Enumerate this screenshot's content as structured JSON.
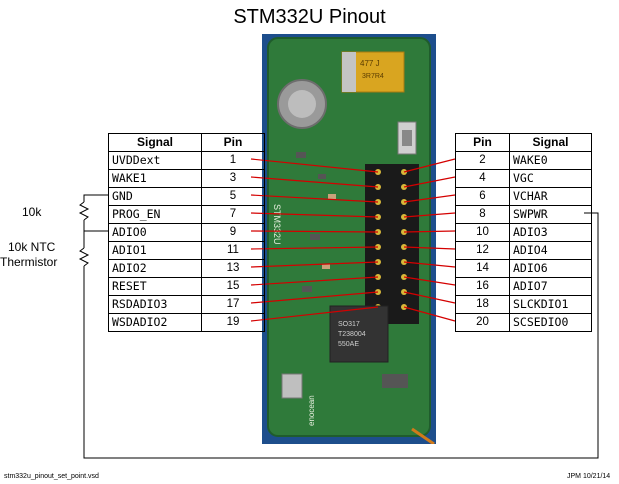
{
  "title": "STM332U Pinout",
  "header": {
    "signal": "Signal",
    "pin": "Pin"
  },
  "left_pins": [
    {
      "signal": "UVDDext",
      "pin": "1"
    },
    {
      "signal": "WAKE1",
      "pin": "3"
    },
    {
      "signal": "GND",
      "pin": "5"
    },
    {
      "signal": "PROG_EN",
      "pin": "7"
    },
    {
      "signal": "ADIO0",
      "pin": "9"
    },
    {
      "signal": "ADIO1",
      "pin": "11"
    },
    {
      "signal": "ADIO2",
      "pin": "13"
    },
    {
      "signal": "RESET",
      "pin": "15"
    },
    {
      "signal": "RSDADIO3",
      "pin": "17"
    },
    {
      "signal": "WSDADIO2",
      "pin": "19"
    }
  ],
  "right_pins": [
    {
      "pin": "2",
      "signal": "WAKE0"
    },
    {
      "pin": "4",
      "signal": "VGC"
    },
    {
      "pin": "6",
      "signal": "VCHAR"
    },
    {
      "pin": "8",
      "signal": "SWPWR"
    },
    {
      "pin": "10",
      "signal": "ADIO3"
    },
    {
      "pin": "12",
      "signal": "ADIO4"
    },
    {
      "pin": "14",
      "signal": "ADIO6"
    },
    {
      "pin": "16",
      "signal": "ADIO7"
    },
    {
      "pin": "18",
      "signal": "SLCKDIO1"
    },
    {
      "pin": "20",
      "signal": "SCSEDIO0"
    }
  ],
  "resistor_label": "10k",
  "thermistor_label_line1": "10k NTC",
  "thermistor_label_line2": "Thermistor",
  "board": {
    "capacitor_text": "477 J",
    "capacitor_subtext": "3R7R4",
    "chip_line1": "SO317",
    "chip_line2": "T238004",
    "chip_line3": "550AE",
    "brand": "enocean",
    "side_text": "STM332U"
  },
  "footer_left": "stm332u_pinout_set_point.vsd",
  "footer_right": "JPM 10/21/14",
  "colors": {
    "board": "#2f7a3a",
    "board_edge": "#1f5c2c",
    "wire_red": "#d40000",
    "chip": "#333333",
    "header": "#1a1a1a"
  }
}
